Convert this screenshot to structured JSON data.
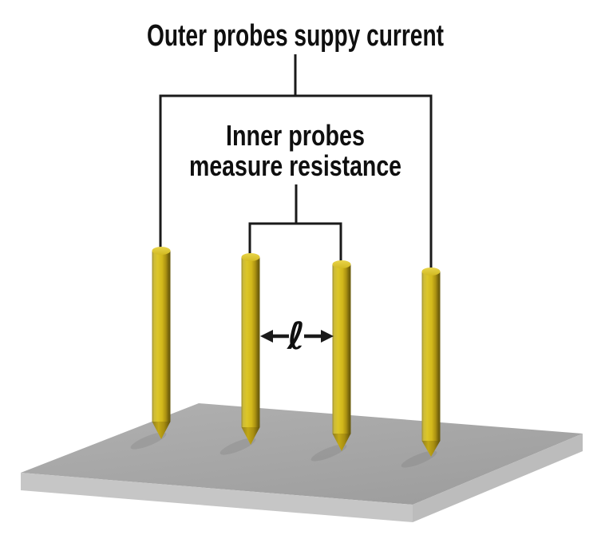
{
  "diagram": {
    "title": "Outer probes suppy current",
    "inner_label_line1": "Inner probes",
    "inner_label_line2": "measure resistance",
    "spacing_symbol": "ℓ"
  },
  "probes": [
    {
      "name": "outer-left-probe",
      "group": "outer"
    },
    {
      "name": "inner-left-probe",
      "group": "inner"
    },
    {
      "name": "inner-right-probe",
      "group": "inner"
    },
    {
      "name": "outer-right-probe",
      "group": "outer"
    }
  ],
  "colors": {
    "wire": "#1a1a1a",
    "text": "#0f0f0f",
    "probe_gold_mid": "#d6bc1e",
    "probe_gold_dark": "#6b5b0e",
    "probe_cap": "#ddc62e",
    "substrate_top": "#a8a8a8",
    "substrate_left_side": "#c6c6c6",
    "substrate_right_side": "#bcbcbc",
    "background": "#ffffff"
  }
}
